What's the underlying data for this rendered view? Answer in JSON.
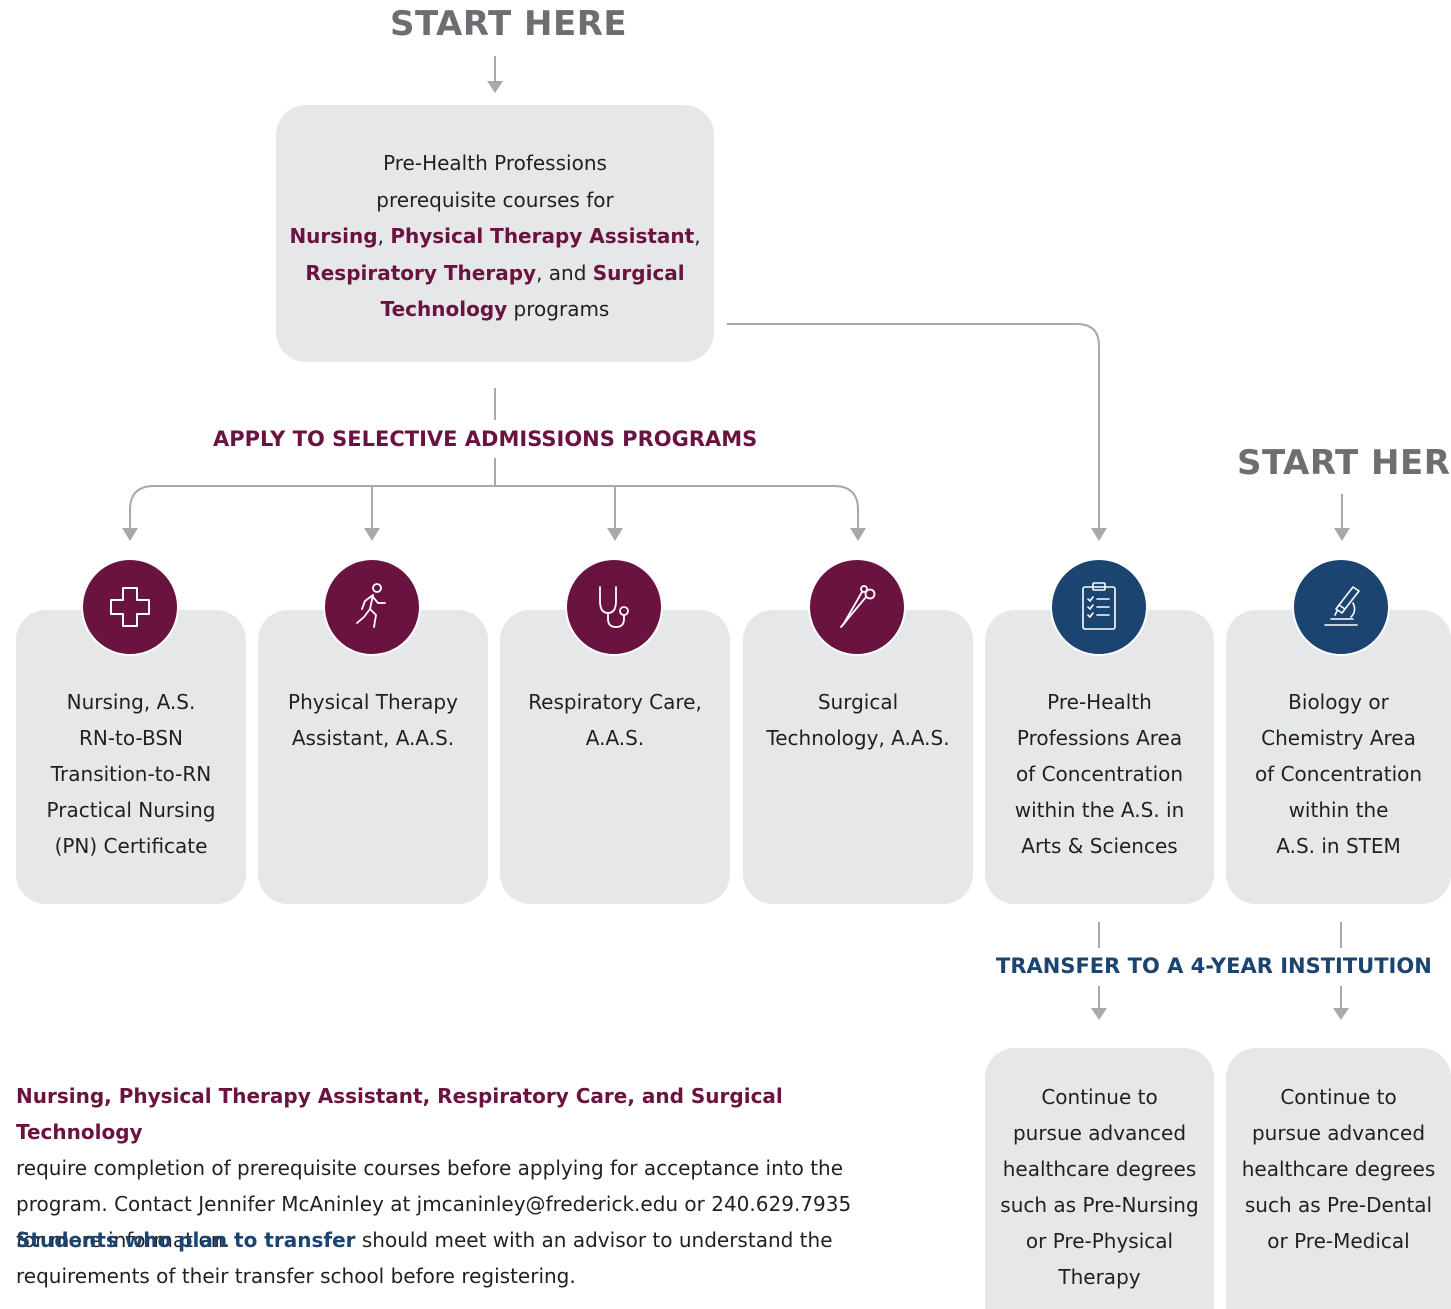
{
  "start_top": "START HERE",
  "start_right": "START HERE",
  "top_box": {
    "line1": "Pre-Health Professions",
    "line2": "prerequisite courses for",
    "nursing": "Nursing",
    "sep1": ", ",
    "pta": "Physical Therapy Assistant",
    "sep2": ",",
    "respiratory": "Respiratory Therapy",
    "sep3": ", and ",
    "surgical": "Surgical Technology",
    "tail": " programs"
  },
  "apply_heading": "APPLY TO SELECTIVE ADMISSIONS PROGRAMS",
  "transfer_heading": "TRANSFER TO A 4-YEAR INSTITUTION",
  "cards": [
    {
      "icon": "medical-cross-icon",
      "lines": [
        "Nursing, A.S.",
        "RN-to-BSN",
        "Transition-to-RN",
        "Practical Nursing",
        "(PN) Certificate"
      ]
    },
    {
      "icon": "running-person-icon",
      "lines": [
        "Physical Therapy",
        "Assistant, A.A.S."
      ]
    },
    {
      "icon": "stethoscope-icon",
      "lines": [
        "Respiratory Care,",
        "A.A.S."
      ]
    },
    {
      "icon": "surgical-scissors-icon",
      "lines": [
        "Surgical",
        "Technology, A.A.S."
      ]
    },
    {
      "icon": "clipboard-checklist-icon",
      "lines": [
        "Pre-Health",
        "Professions Area",
        "of Concentration",
        "within the A.S. in",
        "Arts & Sciences"
      ]
    },
    {
      "icon": "microscope-icon",
      "lines": [
        "Biology or",
        "Chemistry Area",
        "of Concentration",
        "within the",
        "A.S. in STEM"
      ]
    }
  ],
  "final_boxes": [
    {
      "lines": [
        "Continue to",
        "pursue advanced",
        "healthcare degrees",
        "such as Pre-Nursing",
        "or Pre-Physical",
        "Therapy"
      ]
    },
    {
      "lines": [
        "Continue to",
        "pursue advanced",
        "healthcare degrees",
        "such as Pre-Dental",
        "or Pre-Medical"
      ]
    }
  ],
  "note1": {
    "lead": "Nursing, Physical Therapy Assistant, Respiratory Care, and Surgical Technology",
    "body": "require completion of prerequisite courses before applying for acceptance into the program. Contact Jennifer McAninley at jmcaninley@frederick.edu or 240.629.7935 for more information."
  },
  "note2": {
    "lead": "Students who plan to transfer",
    "body": " should meet with an advisor to understand the requirements of their transfer school before registering."
  },
  "colors": {
    "maroon": "#6b1340",
    "navy": "#1b4470",
    "box_gray": "#e6e7e8",
    "line_gray": "#a7a9ac",
    "start_gray": "#6d6e71"
  }
}
